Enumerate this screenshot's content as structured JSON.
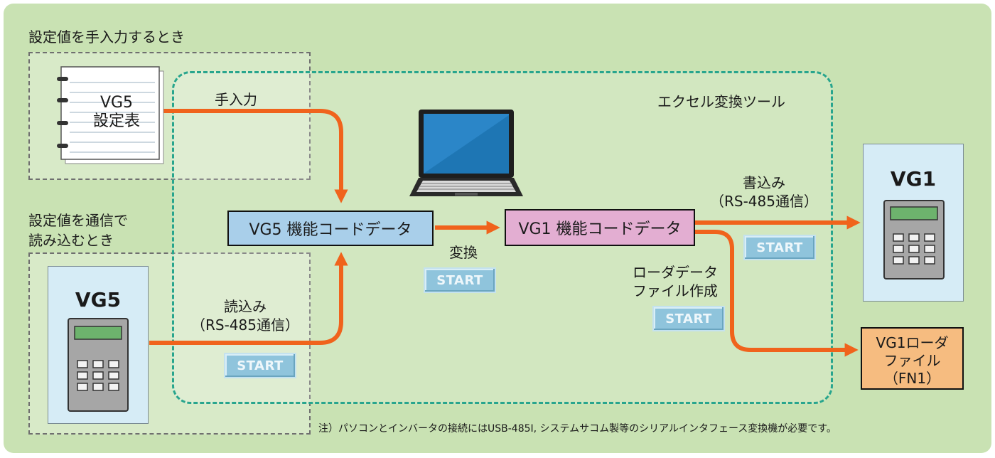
{
  "diagram": {
    "manual_section_title": "設定値を手入力するとき",
    "comm_section_title_line1": "設定値を通信で",
    "comm_section_title_line2": "読み込むとき",
    "tool_label": "エクセル変換ツール",
    "vg5_sheet_line1": "VG5",
    "vg5_sheet_line2": "設定表",
    "manual_input_label": "手入力",
    "vg5_code_box": "VG5 機能コードデータ",
    "vg1_code_box": "VG1 機能コードデータ",
    "convert_label": "変換",
    "read_label_line1": "読込み",
    "read_label_line2": "（RS-485通信）",
    "write_label_line1": "書込み",
    "write_label_line2": "（RS-485通信）",
    "loader_label_line1": "ローダデータ",
    "loader_label_line2": "ファイル作成",
    "start_label": "START",
    "vg5_device_title": "VG5",
    "vg1_device_title": "VG1",
    "loader_file_line1": "VG1ローダ",
    "loader_file_line2": "ファイル",
    "loader_file_line3": "（FN1）",
    "footnote": "注）パソコンとインバータの接続にはUSB-485I, システムサコム製等のシリアルインタフェース変換機が必要です。"
  },
  "colors": {
    "panel_bg": "#c9e2b3",
    "arrow": "#f0631c",
    "tool_border": "#28a58d",
    "vg5_box": "#a9cfea",
    "vg1_box": "#e3aed2",
    "loader_file": "#f6bc80",
    "device_panel": "#d6ecf6",
    "start_button": "#8fc4dc"
  }
}
